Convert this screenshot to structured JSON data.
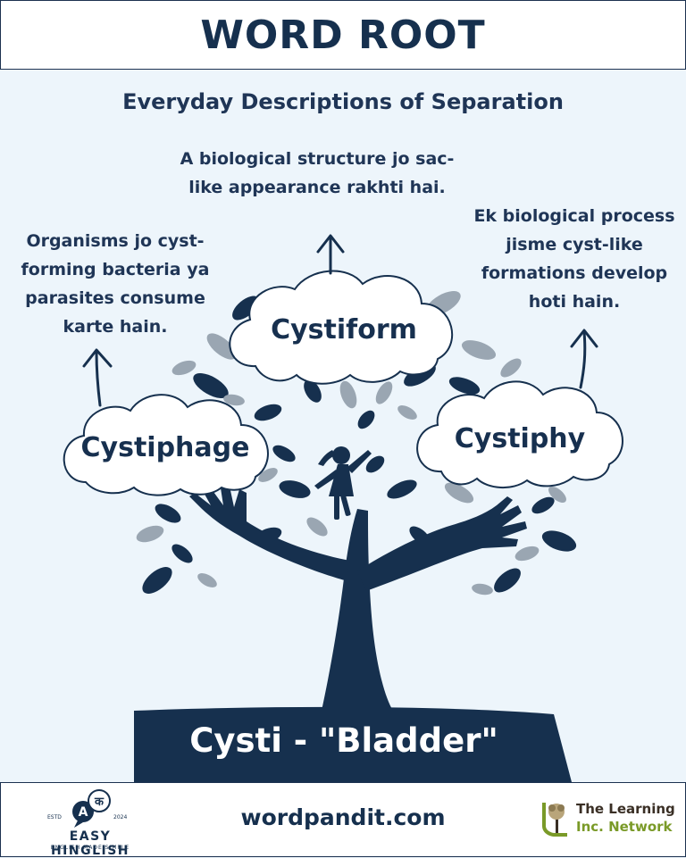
{
  "header": {
    "title": "WORD ROOT"
  },
  "subtitle": "Everyday Descriptions of Separation",
  "descriptions": {
    "left": "Organisms jo cyst-forming bacteria ya parasites consume karte hain.",
    "top": "A biological structure jo sac-like appearance rakhti hai.",
    "right": "Ek biological process jisme cyst-like formations develop hoti hain."
  },
  "words": {
    "left": "Cystiphage",
    "top": "Cystiform",
    "right": "Cystiphy"
  },
  "root": {
    "label": "Cysti - \"Bladder\""
  },
  "footer": {
    "website": "wordpandit.com",
    "left_logo": {
      "brand": "EASY HINGLISH",
      "tagline": "ENGLISH MADE SIMPLE",
      "estd": "ESTD",
      "year": "2024",
      "bubble_a": "A",
      "bubble_b": "क"
    },
    "right_logo": {
      "line1": "The Learning",
      "line2": "Inc. Network"
    }
  },
  "colors": {
    "navy": "#16304e",
    "background": "#edf5fb",
    "leaf_grey": "#9aa6b2",
    "logo_green": "#7a9a28",
    "logo_brown": "#3a2f25"
  },
  "icons": [
    "up-arrow-icon",
    "tree-hands-illustration",
    "girl-silhouette-icon",
    "speech-bubble-icon",
    "tree-logo-icon"
  ]
}
